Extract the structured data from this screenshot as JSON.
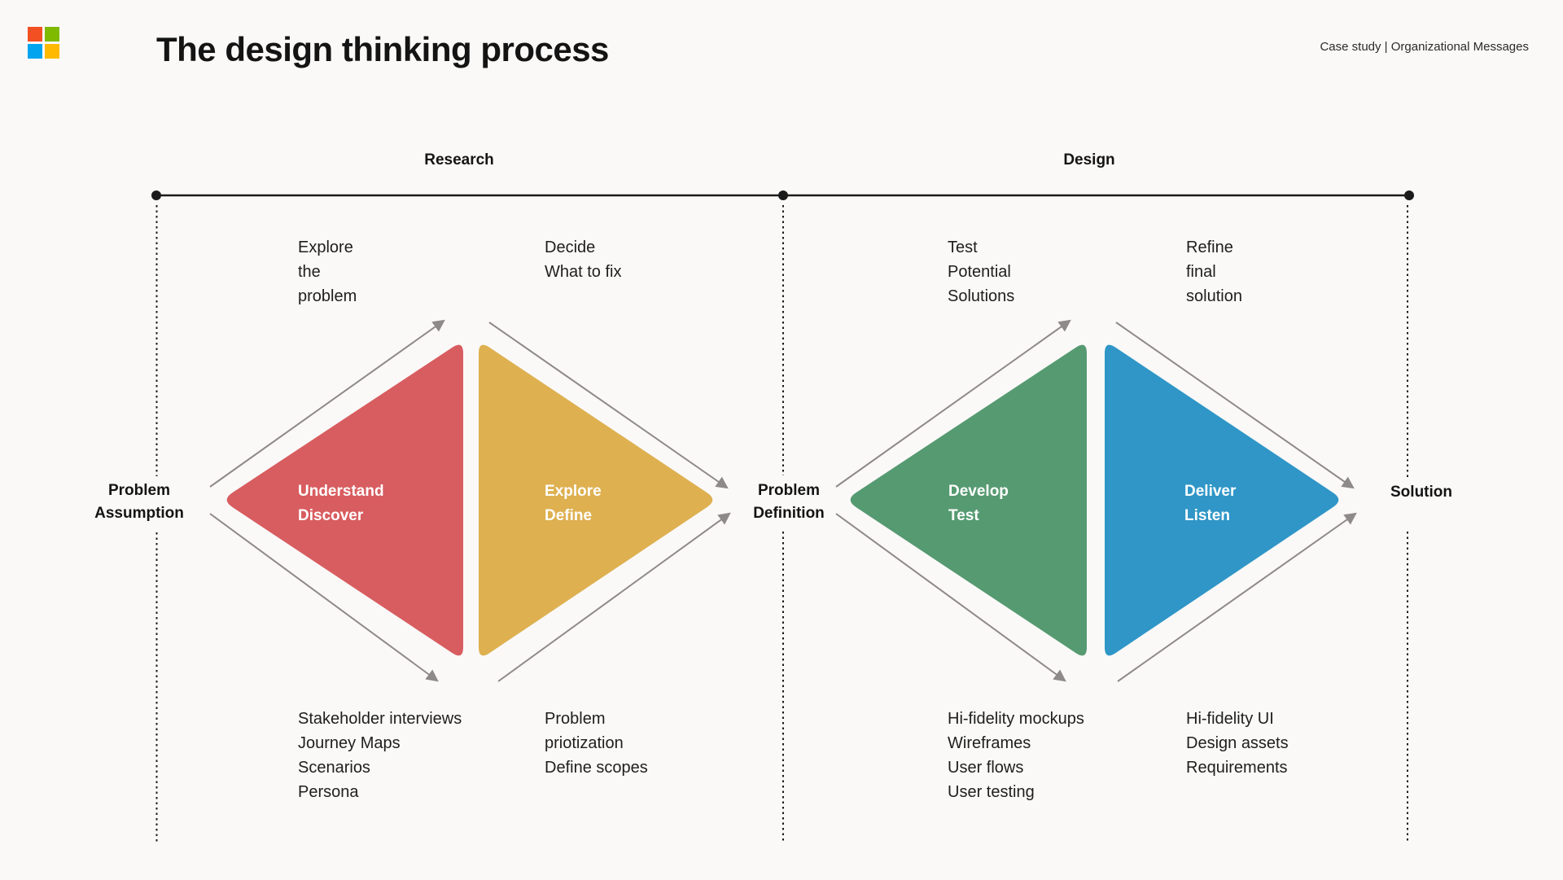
{
  "header": {
    "title": "The design thinking process",
    "tag": "Case study | Organizational Messages"
  },
  "logo": {
    "colors": [
      "#F25022",
      "#7FBA00",
      "#00A4EF",
      "#FFB900"
    ]
  },
  "diagram": {
    "background": "#FAF9F8",
    "line_color": "#1B1B1B",
    "arrow_color": "#8F8A8A"
  },
  "timeline": {
    "research_label": "Research",
    "design_label": "Design"
  },
  "milestones": {
    "problem_assumption": {
      "lines": [
        "Problem",
        "Assumption"
      ]
    },
    "problem_definition": {
      "lines": [
        "Problem",
        "Definition"
      ]
    },
    "solution": {
      "lines": [
        "Solution"
      ]
    }
  },
  "stages": {
    "discover": {
      "lines": [
        "Understand",
        "Discover"
      ],
      "color": "#D85D60"
    },
    "define": {
      "lines": [
        "Explore",
        "Define"
      ],
      "color": "#DEB050"
    },
    "develop": {
      "lines": [
        "Develop",
        "Test"
      ],
      "color": "#569A71"
    },
    "deliver": {
      "lines": [
        "Deliver",
        "Listen"
      ],
      "color": "#2F96C7"
    }
  },
  "annotations": {
    "top": [
      {
        "lines": [
          "Explore",
          "the",
          "problem"
        ]
      },
      {
        "lines": [
          "Decide",
          "What to fix"
        ]
      },
      {
        "lines": [
          "Test",
          "Potential",
          "Solutions"
        ]
      },
      {
        "lines": [
          "Refine",
          "final",
          "solution"
        ]
      }
    ],
    "bottom": [
      {
        "lines": [
          "Stakeholder interviews",
          "Journey Maps",
          "Scenarios",
          "Persona"
        ]
      },
      {
        "lines": [
          "Problem",
          "priotization",
          "Define scopes"
        ]
      },
      {
        "lines": [
          "Hi-fidelity mockups",
          "Wireframes",
          "User flows",
          "User testing"
        ]
      },
      {
        "lines": [
          "Hi-fidelity UI",
          "Design assets",
          "Requirements"
        ]
      }
    ]
  }
}
